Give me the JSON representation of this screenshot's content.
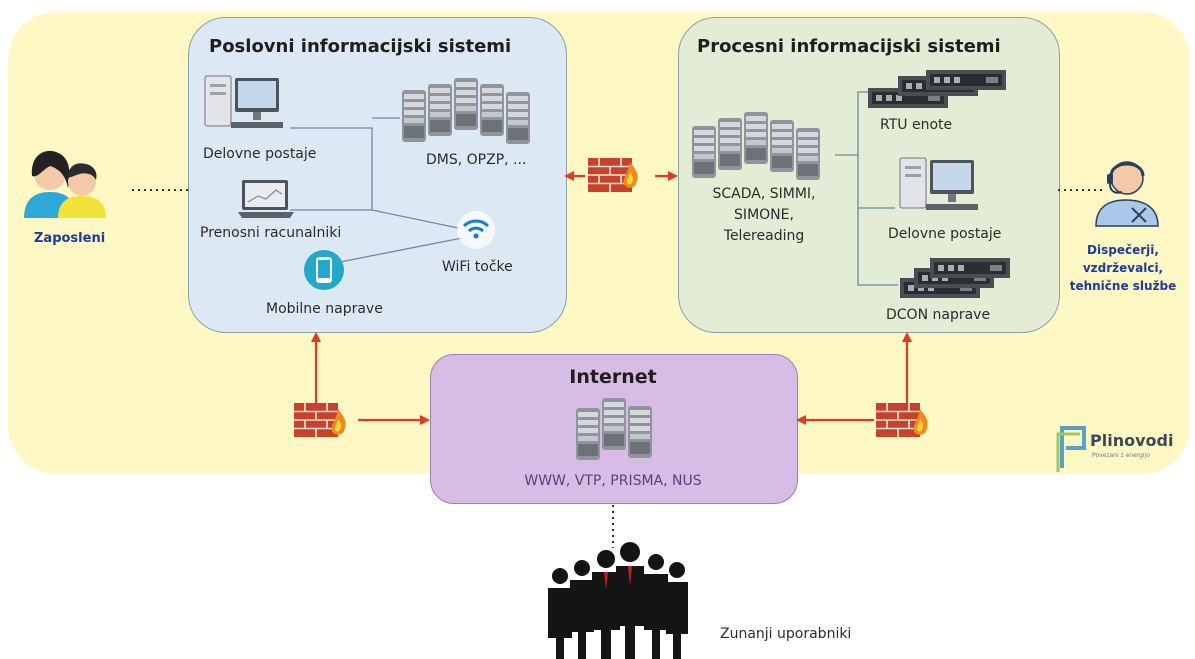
{
  "business": {
    "title": "Poslovni informacijski sistemi",
    "workstations": "Delovne postaje",
    "servers": "DMS, OPZP, ...",
    "laptops": "Prenosni racunalniki",
    "wifi": "WiFi točke",
    "mobile": "Mobilne naprave"
  },
  "process": {
    "title": "Procesni informacijski sistemi",
    "rtu": "RTU enote",
    "scada_lines": [
      "SCADA, SIMMI,",
      "SIMONE,",
      "Telereading"
    ],
    "workstations": "Delovne postaje",
    "dcon": "DCON naprave"
  },
  "internet": {
    "title": "Internet",
    "services": "WWW, VTP, PRISMA, NUS"
  },
  "actors": {
    "employees": "Zaposleni",
    "dispatchers_lines": [
      "Dispečerji,",
      "vzdrževalci,",
      "tehnične službe"
    ],
    "external": "Zunanji uporabniki"
  },
  "logo": {
    "name": "Plinovodi",
    "tagline": "Povezani z energijo"
  },
  "colors": {
    "outer_bg": "#fdf8c4",
    "business_panel": "#dce9f5",
    "process_panel": "#e3edd6",
    "internet_panel": "#d7bce6",
    "arrow": "#e03a22",
    "actor_label": "#1e3a9c"
  }
}
